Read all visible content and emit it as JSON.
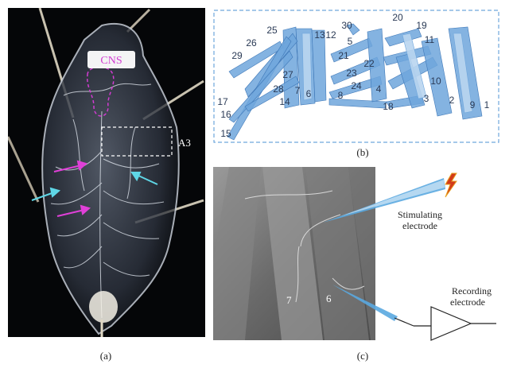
{
  "panel_a": {
    "caption": "(a)",
    "cns_label": "CNS",
    "a3_label": "A3",
    "colors": {
      "background": "#050608",
      "cns": "#d23cd2",
      "cyan_arrow": "#5fd6e6",
      "magenta_arrow": "#e040d8"
    }
  },
  "panel_b": {
    "caption": "(b)",
    "muscle_numbers": [
      "25",
      "26",
      "29",
      "13",
      "12",
      "30",
      "5",
      "20",
      "19",
      "11",
      "21",
      "22",
      "27",
      "23",
      "24",
      "28",
      "7",
      "6",
      "8",
      "4",
      "3",
      "2",
      "9",
      "1",
      "10",
      "14",
      "18",
      "17",
      "16",
      "15"
    ],
    "colors": {
      "muscle": "#6fa6dc",
      "muscle_light": "#b9d5ef",
      "frame": "#6fa6dc"
    }
  },
  "panel_c": {
    "caption": "(c)",
    "stimulating_label": "Stimulating\nelectrode",
    "recording_label": "Recording\nelectrode",
    "muscle_labels": [
      "7",
      "6"
    ],
    "colors": {
      "electrode": "#5aa8e0",
      "bolt": "#e8a020",
      "bolt_fill": "#d23a1a"
    }
  }
}
